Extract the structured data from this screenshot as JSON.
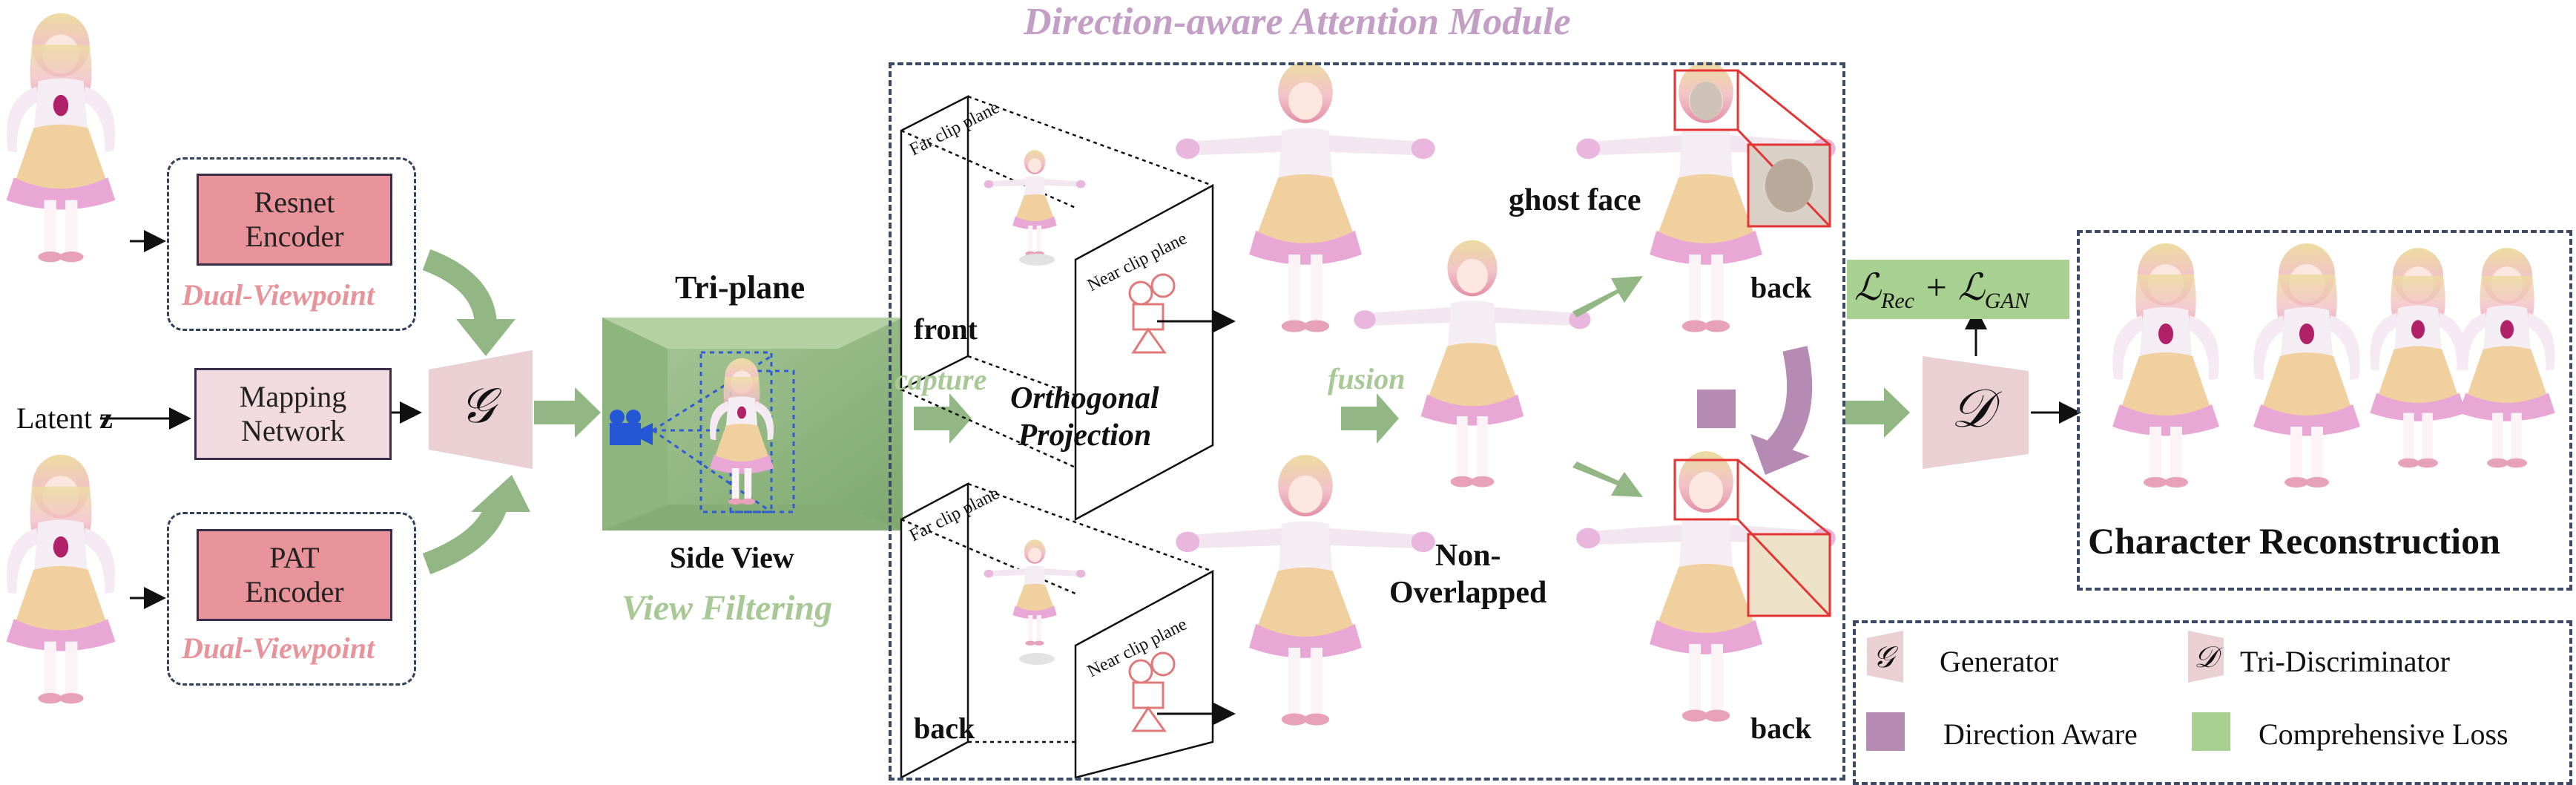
{
  "title": "Direction-aware Attention Module",
  "encoders": {
    "resnet": "Resnet\nEncoder",
    "pat": "PAT\nEncoder",
    "dual_label": "Dual-Viewpoint"
  },
  "latent_label": "Latent",
  "latent_var": "z",
  "mapping_network": "Mapping\nNetwork",
  "generator_symbol": "𝒢",
  "discriminator_symbol": "𝒟",
  "triplane": {
    "title": "Tri-plane",
    "side_view": "Side View",
    "view_filtering": "View Filtering"
  },
  "projection": {
    "far_clip": "Far clip plane",
    "near_clip": "Near clip plane",
    "front": "front",
    "back": "back",
    "capture": "capture",
    "orthogonal": "Orthogonal\nProjection",
    "fusion": "fusion",
    "non_overlapped": "Non-\nOverlapped",
    "ghost_face": "ghost face",
    "back_top": "back",
    "back_bottom": "back"
  },
  "loss_label": "ℒRec + ℒGAN",
  "reconstruction_title": "Character Reconstruction",
  "legend": {
    "generator_sym": "𝒢",
    "generator": "Generator",
    "discriminator_sym": "𝒟",
    "discriminator": "Tri-Discriminator",
    "direction": "Direction Aware",
    "loss": "Comprehensive Loss"
  },
  "colors": {
    "encoder_fill": "#e8939a",
    "mapping_fill": "#f1dbe0",
    "generator_fill": "#ead0d3",
    "arrow_green": "#93b784",
    "triplane_green": "#9cc08a",
    "title_purple": "#c49fc5",
    "direction_purple": "#b58bb3",
    "loss_green": "#a8d191",
    "dual_pink": "#e8939a",
    "frame_blue": "#3c4a66"
  }
}
